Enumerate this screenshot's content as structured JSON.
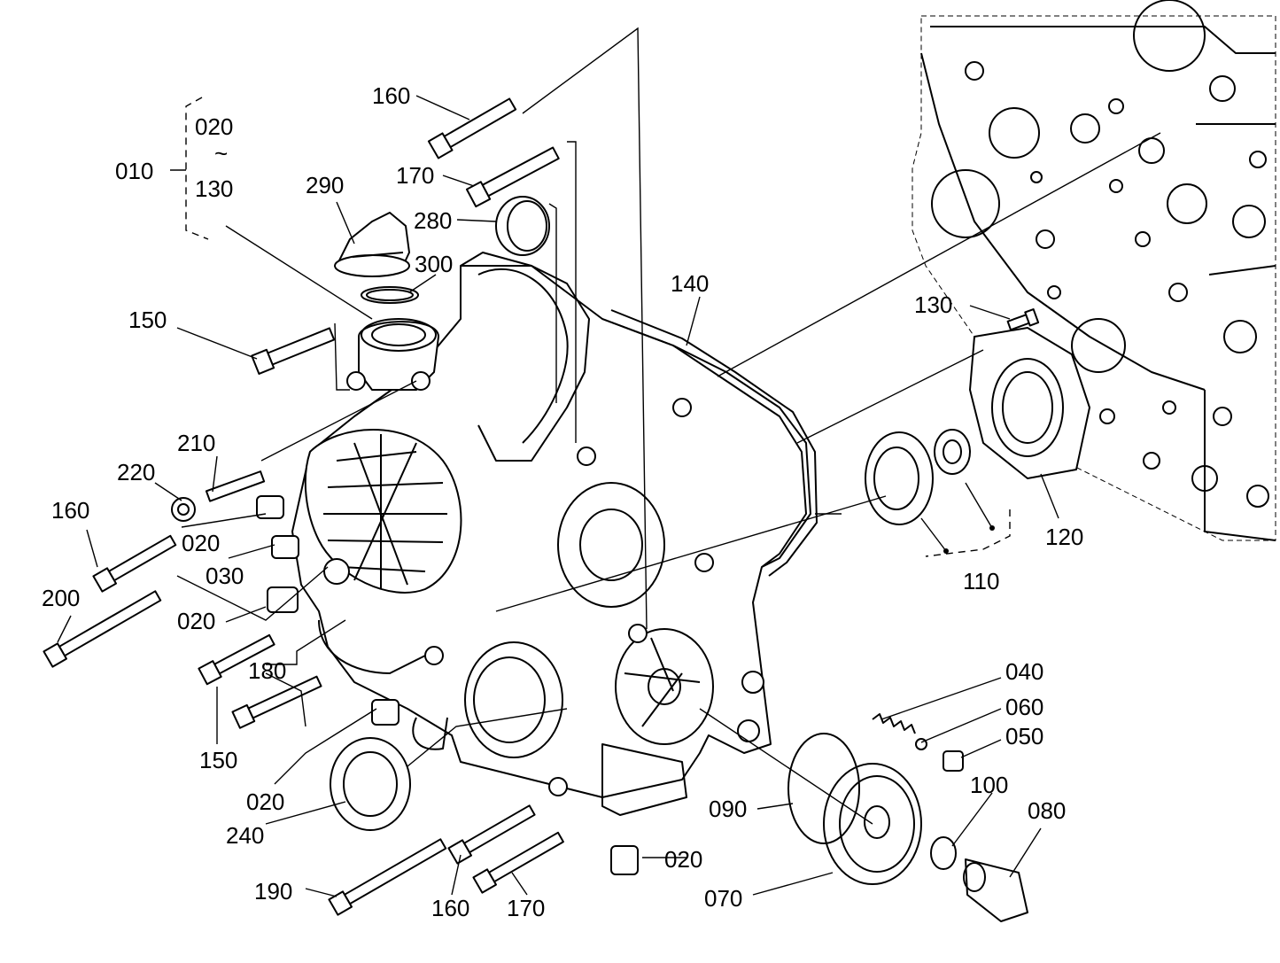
{
  "labels": {
    "l010": "010",
    "l020_range_start": "020",
    "range_symbol": "~",
    "l130_range_end": "130",
    "l160_top": "160",
    "l170_top": "170",
    "l290": "290",
    "l280": "280",
    "l300": "300",
    "l140": "140",
    "l130": "130",
    "l150_top": "150",
    "l210": "210",
    "l220": "220",
    "l160_left": "160",
    "l020_a": "020",
    "l030": "030",
    "l020_b": "020",
    "l200": "200",
    "l180": "180",
    "l150_bottom": "150",
    "l020_c": "020",
    "l240": "240",
    "l190": "190",
    "l160_bottom": "160",
    "l170_bottom": "170",
    "l020_d": "020",
    "l070": "070",
    "l090": "090",
    "l100": "100",
    "l080": "080",
    "l040": "040",
    "l060": "060",
    "l050": "050",
    "l110": "110",
    "l120": "120"
  }
}
